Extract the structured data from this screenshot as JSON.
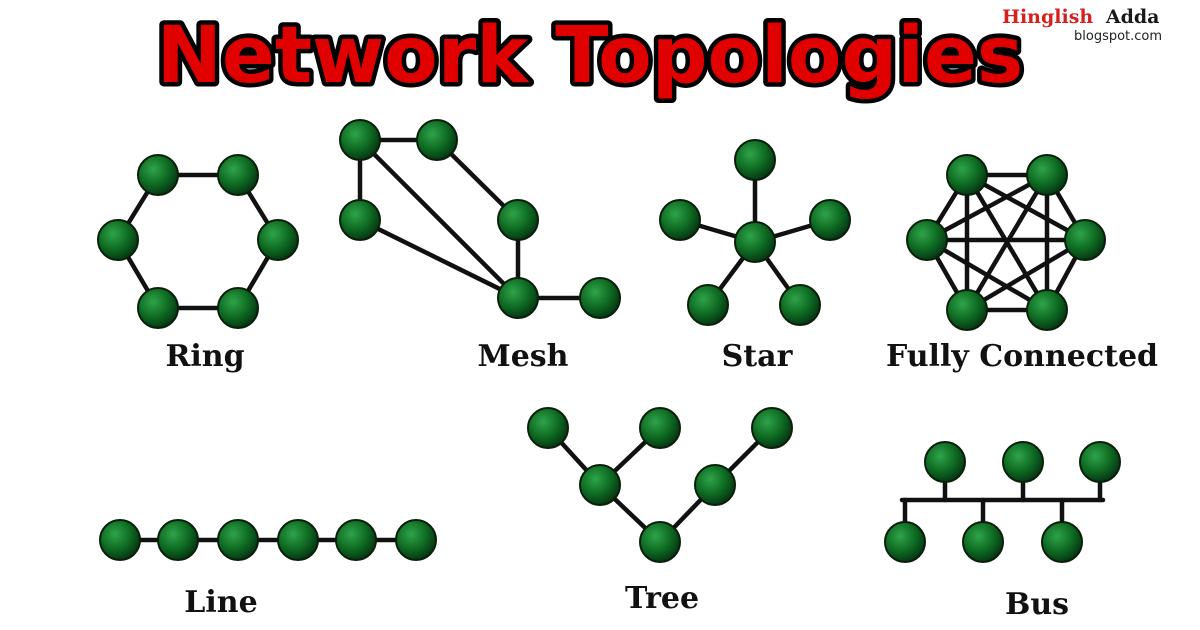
{
  "title": "Network Topologies",
  "brand": {
    "part1": "Hinglish",
    "part2": "Adda",
    "sub": "blogspot.com",
    "color1": "#d61f1f",
    "color2": "#1a1a1a"
  },
  "colors": {
    "node": "#0e6b22",
    "edge": "#111111",
    "title_fill": "#e00000",
    "title_outline": "#000000"
  },
  "topologies": [
    {
      "id": "ring",
      "label": "Ring",
      "edges": [
        [
          0,
          1
        ],
        [
          1,
          2
        ],
        [
          2,
          3
        ],
        [
          3,
          4
        ],
        [
          4,
          5
        ],
        [
          5,
          0
        ]
      ],
      "paths": []
    },
    {
      "id": "mesh",
      "label": "Mesh",
      "edges": [
        [
          0,
          1
        ],
        [
          0,
          2
        ],
        [
          0,
          4
        ],
        [
          1,
          3
        ],
        [
          2,
          4
        ],
        [
          3,
          4
        ],
        [
          4,
          5
        ]
      ],
      "paths": []
    },
    {
      "id": "star",
      "label": "Star",
      "edges": [
        [
          0,
          1
        ],
        [
          0,
          2
        ],
        [
          0,
          3
        ],
        [
          0,
          4
        ],
        [
          0,
          5
        ]
      ],
      "paths": []
    },
    {
      "id": "fully-connected",
      "label": "Fully Connected",
      "edges": "all",
      "paths": []
    },
    {
      "id": "line",
      "label": "Line",
      "edges": [
        [
          0,
          1
        ],
        [
          1,
          2
        ],
        [
          2,
          3
        ],
        [
          3,
          4
        ],
        [
          4,
          5
        ]
      ],
      "paths": []
    },
    {
      "id": "tree",
      "label": "Tree",
      "edges": [
        [
          0,
          2
        ],
        [
          1,
          2
        ],
        [
          2,
          4
        ],
        [
          4,
          3
        ],
        [
          3,
          5
        ]
      ],
      "paths": []
    },
    {
      "id": "bus",
      "label": "Bus",
      "edges": [],
      "paths": [
        "bus"
      ]
    }
  ]
}
